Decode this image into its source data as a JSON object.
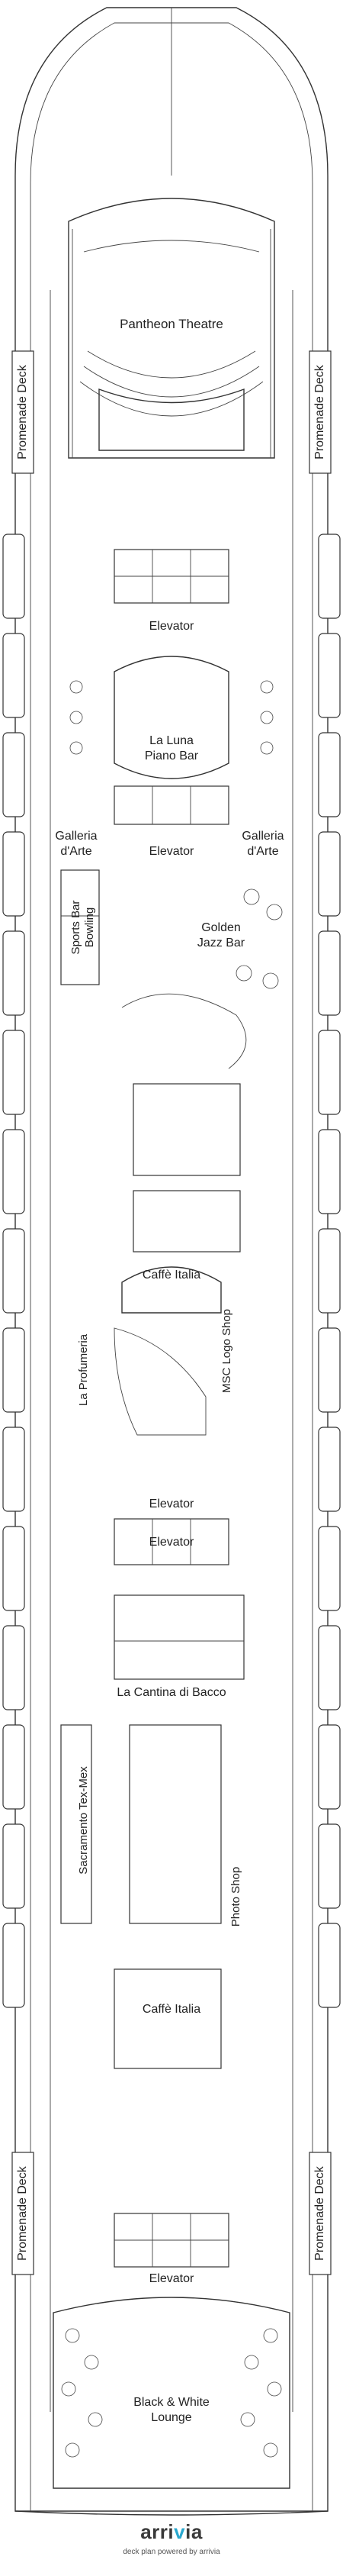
{
  "deck": {
    "side_label": "Promenade Deck",
    "venues": {
      "pantheon_theatre": "Pantheon Theatre",
      "elevator_fwd": "Elevator",
      "la_luna_line1": "La Luna",
      "la_luna_line2": "Piano Bar",
      "galleria_left_line1": "Galleria",
      "galleria_left_line2": "d'Arte",
      "elevator_galleria": "Elevator",
      "galleria_right_line1": "Galleria",
      "galleria_right_line2": "d'Arte",
      "sports_bar_line1": "Sports Bar",
      "sports_bar_line2": "Bowling",
      "golden_jazz_line1": "Golden",
      "golden_jazz_line2": "Jazz Bar",
      "caffe_italia_top": "Caffè Italia",
      "la_profumeria": "La Profumeria",
      "msc_logo_shop": "MSC Logo Shop",
      "elevator_mid_1": "Elevator",
      "elevator_mid_2": "Elevator",
      "la_cantina": "La Cantina di Bacco",
      "sacramento": "Sacramento Tex-Mex",
      "photo_shop": "Photo Shop",
      "caffe_italia_bottom": "Caffè Italia",
      "elevator_aft": "Elevator",
      "black_white_line1": "Black & White",
      "black_white_line2": "Lounge"
    }
  },
  "footer": {
    "brand_main": "arri",
    "brand_accent": "v",
    "brand_end": "ia",
    "powered_by": "deck plan powered by arrivia"
  }
}
